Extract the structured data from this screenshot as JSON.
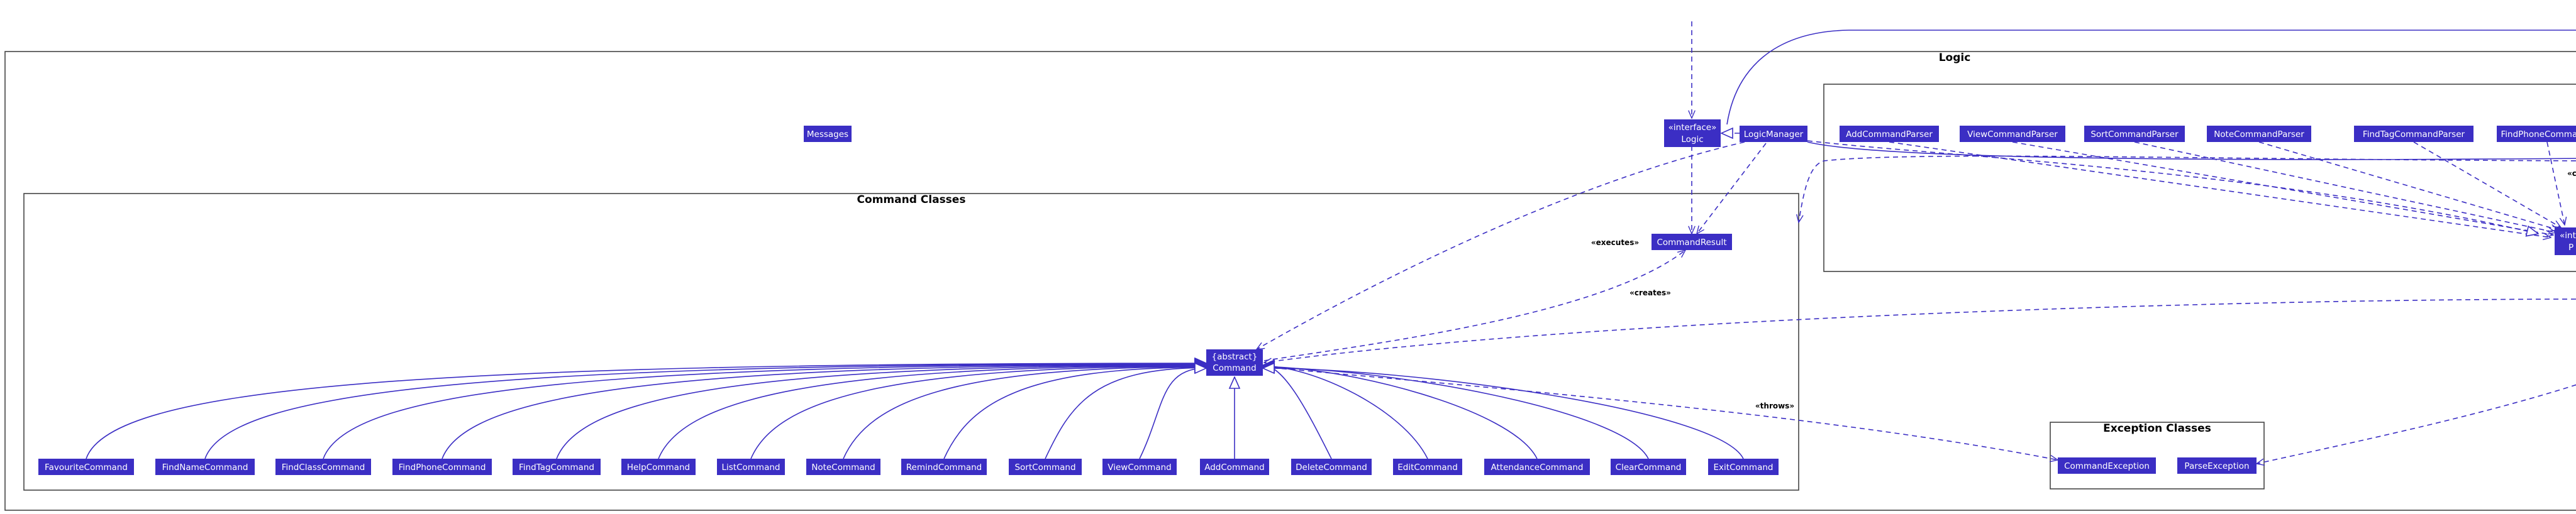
{
  "packages": {
    "logic": "Logic",
    "command_classes": "Command Classes",
    "exception_classes": "Exception Classes"
  },
  "classes": {
    "messages": "Messages",
    "logic_interface": [
      "«interface»",
      "Logic"
    ],
    "logic_manager": "LogicManager",
    "command_result": "CommandResult",
    "abstract_command": [
      "{abstract}",
      "Command"
    ],
    "parser_interface": [
      "«inter",
      "P"
    ],
    "command_exception": "CommandException",
    "parse_exception": "ParseException"
  },
  "parsers": [
    "AddCommandParser",
    "ViewCommandParser",
    "SortCommandParser",
    "NoteCommandParser",
    "FindTagCommandParser",
    "FindPhoneCommandP"
  ],
  "commands": [
    "FavouriteCommand",
    "FindNameCommand",
    "FindClassCommand",
    "FindPhoneCommand",
    "FindTagCommand",
    "HelpCommand",
    "ListCommand",
    "NoteCommand",
    "RemindCommand",
    "SortCommand",
    "ViewCommand",
    "AddCommand",
    "DeleteCommand",
    "EditCommand",
    "AttendanceCommand",
    "ClearCommand",
    "ExitCommand"
  ],
  "stereotypes": {
    "executes": "«executes»",
    "creates": "«creates»",
    "throws": "«throws»",
    "cut": "«c"
  },
  "colors": {
    "class_fill": "#3b2ec4",
    "line": "#3b2ec4",
    "package_border": "#444444"
  }
}
